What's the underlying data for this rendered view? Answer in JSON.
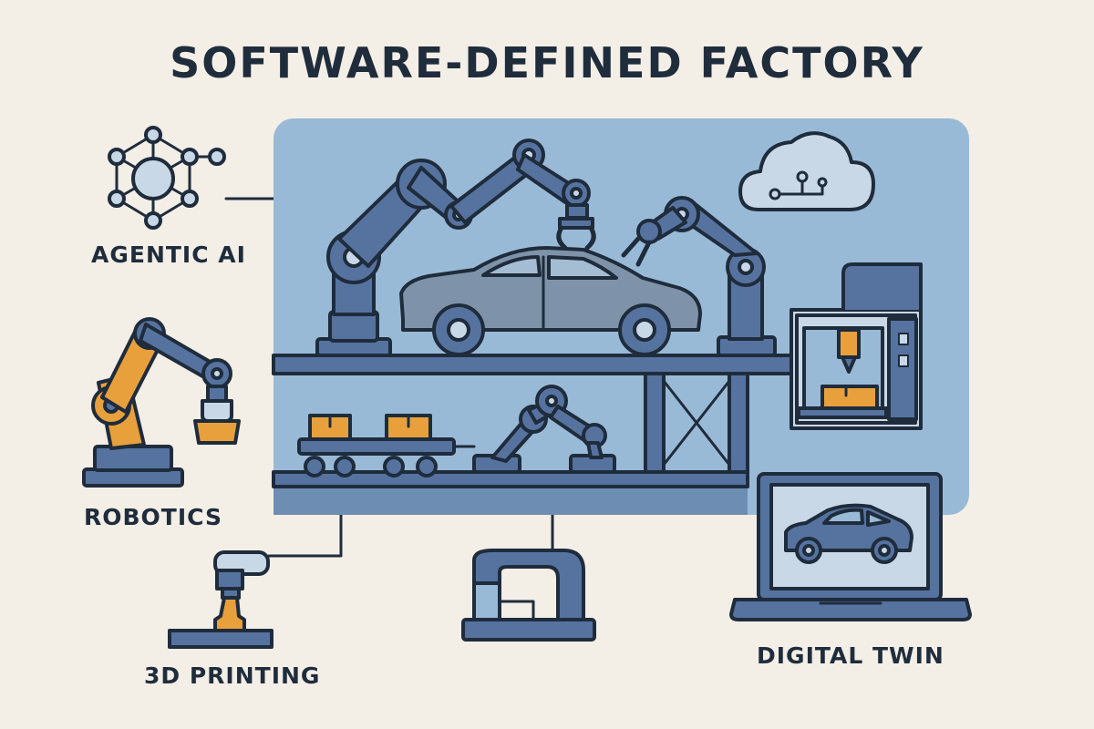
{
  "title": "SOFTWARE-DEFINED FACTORY",
  "labels": {
    "agentic_ai": "AGENTIC AI",
    "robotics": "ROBOTICS",
    "printing": "3D PRINTING",
    "digital_twin": "DIGITAL TWIN"
  },
  "icons": [
    "network-icon",
    "robot-arm-icon",
    "printer-icon",
    "cloud-icon",
    "laptop-icon",
    "car-icon",
    "gripper-icon",
    "box-icon"
  ],
  "colors": {
    "background": "#f3eee6",
    "panel": "#99bad6",
    "machine": "#56739f",
    "outline": "#1f2c3c",
    "accent": "#e7a03c",
    "light": "#c9d8e6"
  }
}
